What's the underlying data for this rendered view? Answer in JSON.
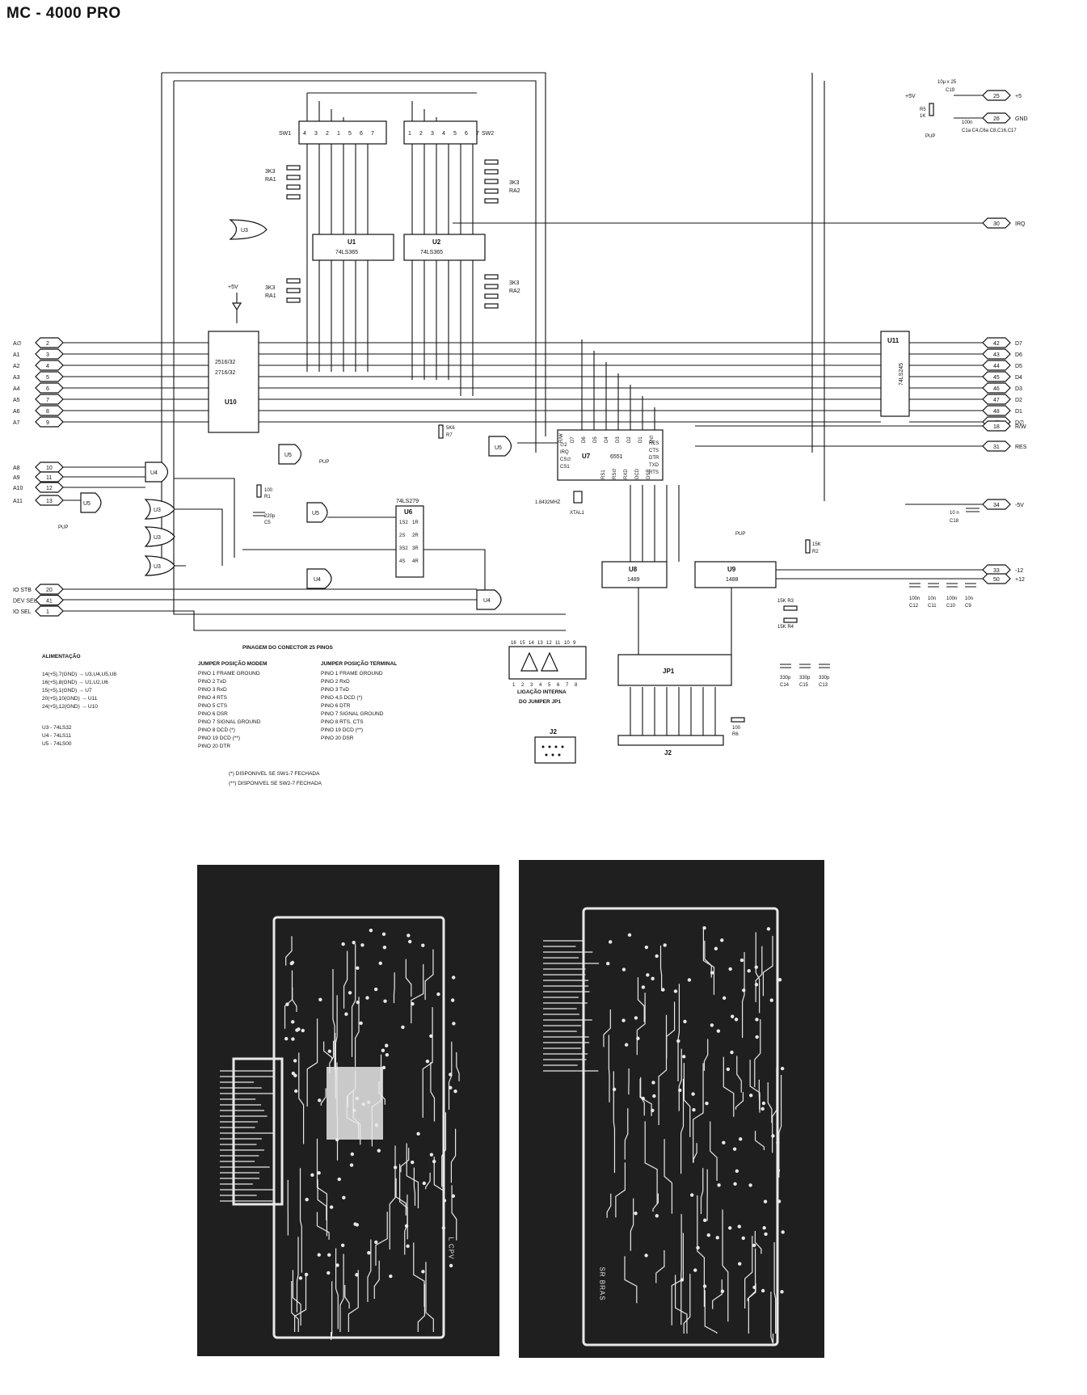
{
  "page": {
    "title": "MC - 4000 PRO"
  },
  "schematic": {
    "chips": {
      "u1": {
        "ref": "U1",
        "part": "74LS365"
      },
      "u2": {
        "ref": "U2",
        "part": "74LS365"
      },
      "u10": {
        "ref": "U10",
        "part_a": "2516/32",
        "part_b": "2716/32"
      },
      "u11": {
        "ref": "U11",
        "part": "74LS245"
      },
      "u7": {
        "ref": "U7",
        "part": "6551"
      },
      "u6": {
        "ref": "U6",
        "part": "74LS279"
      },
      "u8": {
        "ref": "U8",
        "part": "1489"
      },
      "u9": {
        "ref": "U9",
        "part": "1488"
      },
      "jp1": {
        "ref": "JP1"
      },
      "j2": {
        "ref": "J2"
      }
    },
    "gates": {
      "u3": "U3",
      "u4": "U4",
      "u5": "U5"
    },
    "switches": {
      "sw1": "SW1",
      "sw2": "SW2",
      "sw1_pins": [
        "4",
        "3",
        "2",
        "1",
        "5",
        "6",
        "7"
      ],
      "sw2_pins": [
        "1",
        "2",
        "3",
        "4",
        "5",
        "6",
        "7"
      ]
    },
    "resistor_arrays": {
      "value": "3K3",
      "ra1": "RA1",
      "ra2": "RA2"
    },
    "address_inputs": [
      "A∅",
      "A1",
      "A2",
      "A3",
      "A4",
      "A5",
      "A6",
      "A7"
    ],
    "address_pins": [
      "2",
      "3",
      "4",
      "5",
      "6",
      "7",
      "8",
      "9"
    ],
    "addr_hi_inputs": [
      "A8",
      "A9",
      "A10",
      "A11"
    ],
    "addr_hi_pins": [
      "10",
      "11",
      "12",
      "13"
    ],
    "ctrl_inputs": [
      {
        "label": "IO STB",
        "pin": "20"
      },
      {
        "label": "DEV SEL",
        "pin": "41"
      },
      {
        "label": "IO SEL",
        "pin": "1"
      }
    ],
    "data_outputs": [
      "D7",
      "D6",
      "D5",
      "D4",
      "D3",
      "D2",
      "D1",
      "D∅"
    ],
    "data_pins": [
      "42",
      "43",
      "44",
      "45",
      "46",
      "47",
      "48",
      "49"
    ],
    "right_signals": [
      {
        "pin": "25",
        "label": "+5"
      },
      {
        "pin": "26",
        "label": "GND"
      },
      {
        "pin": "30",
        "label": "IRQ"
      },
      {
        "pin": "18",
        "label": "R/W"
      },
      {
        "pin": "31",
        "label": "RES"
      },
      {
        "pin": "34",
        "label": "-5V"
      },
      {
        "pin": "33",
        "label": "-12"
      },
      {
        "pin": "50",
        "label": "+12"
      }
    ],
    "u7_pins_top": [
      "R/W",
      "D7",
      "D6",
      "D5",
      "D4",
      "D3",
      "D2",
      "D1",
      "D∅"
    ],
    "u7_pins_right": [
      "RES",
      "CTS",
      "DTR",
      "TXD",
      "RTS"
    ],
    "u7_pins_left": [
      "∅2",
      "IRQ",
      "CS∅",
      "CS1"
    ],
    "u7_pins_bottom": [
      "RS1",
      "RS∅",
      "RXD",
      "DCD",
      "DSR"
    ],
    "u6_pins": [
      "1S2",
      "1R",
      "2S",
      "2R",
      "3S2",
      "3R",
      "4S",
      "4R"
    ],
    "crystal": {
      "freq": "1.8432MHZ",
      "ref": "XTAL1"
    },
    "power": {
      "v5": "+5V",
      "c19": "10μ x 25",
      "c19_ref": "C19",
      "r5": "R5",
      "r5_val": "1K",
      "pup": "PUP",
      "c100n": "100n",
      "caps_list": "C1a C4,C6a C8,C16,C17"
    },
    "passives": {
      "r1": "R1",
      "r1_val": "100",
      "c5": "C5",
      "c5_val": "220p",
      "r7": "R7",
      "r7_val": "5K6",
      "r2": "R2",
      "r2_val": "15K",
      "r3": "15K R3",
      "r4": "15K R4",
      "r6": "R6",
      "r6_val": "100",
      "c18": "C18",
      "c18_val": "10 n",
      "caps_bottom": [
        {
          "val": "100n",
          "ref": "C12"
        },
        {
          "val": "10n",
          "ref": "C11"
        },
        {
          "val": "100n",
          "ref": "C10"
        },
        {
          "val": "10n",
          "ref": "C9"
        }
      ],
      "caps_jp": [
        {
          "val": "330p",
          "ref": "C14"
        },
        {
          "val": "330p",
          "ref": "C15"
        },
        {
          "val": "330p",
          "ref": "C13"
        }
      ],
      "plus5v": "+5V",
      "pup": "PUP"
    }
  },
  "notes": {
    "alimentacao_title": "ALIMENTAÇÃO",
    "alimentacao_lines": [
      "14(+5),7(GND) → U3,U4,U5,U8",
      "16(+5),8(GND) → U1,U2,U6",
      "15(+5),1(GND) → U7",
      "20(+5),10(GND) → U11",
      "24(+5),12(GND) → U10"
    ],
    "chip_types": [
      "U3 - 74LS32",
      "U4 - 74LS11",
      "U5 - 74LS00"
    ],
    "pinagem_title": "PINAGEM DO CONECTOR 25 PINOS",
    "modem_header": "JUMPER POSIÇÃO MODEM",
    "modem_lines": [
      "PINO 1 FRAME GROUND",
      "PINO 2 TxD",
      "PINO 3 RxD",
      "PINO 4 RTS",
      "PINO 5 CTS",
      "PINO 6 DSR",
      "PINO 7 SIGNAL GROUND",
      "PINO 8 DCD (*)",
      "PINO 19 DCD (**)",
      "PINO 20 DTR"
    ],
    "terminal_header": "JUMPER POSIÇÃO TERMINAL",
    "terminal_lines": [
      "PINO 1 FRAME GROUND",
      "PINO 2 RxD",
      "PINO 3 TxD",
      "PINO 4,5 DCD (*)",
      "PINO 6 DTR",
      "PINO 7 SIGNAL GROUND",
      "PINO 8 RTS, CTS",
      "PINO 19 DCD (**)",
      "PINO 20 DSR"
    ],
    "footnote1": "(*) DISPONIVEL SE SW1-7 FECHADA",
    "footnote2": "(**) DISPONIVEL SE SW2-7 FECHADA",
    "ligacao_line1": "LIGAÇÃO INTERNA",
    "ligacao_line2": "DO JUMPER JP1",
    "jp_top_pins": [
      "16",
      "15",
      "14",
      "13",
      "12",
      "11",
      "10",
      "9"
    ],
    "jp_bottom_pins": [
      "1",
      "2",
      "3",
      "4",
      "5",
      "6",
      "7",
      "8"
    ]
  },
  "pcb": {
    "left_label": "L CPV",
    "right_label": "SR BRAS"
  }
}
